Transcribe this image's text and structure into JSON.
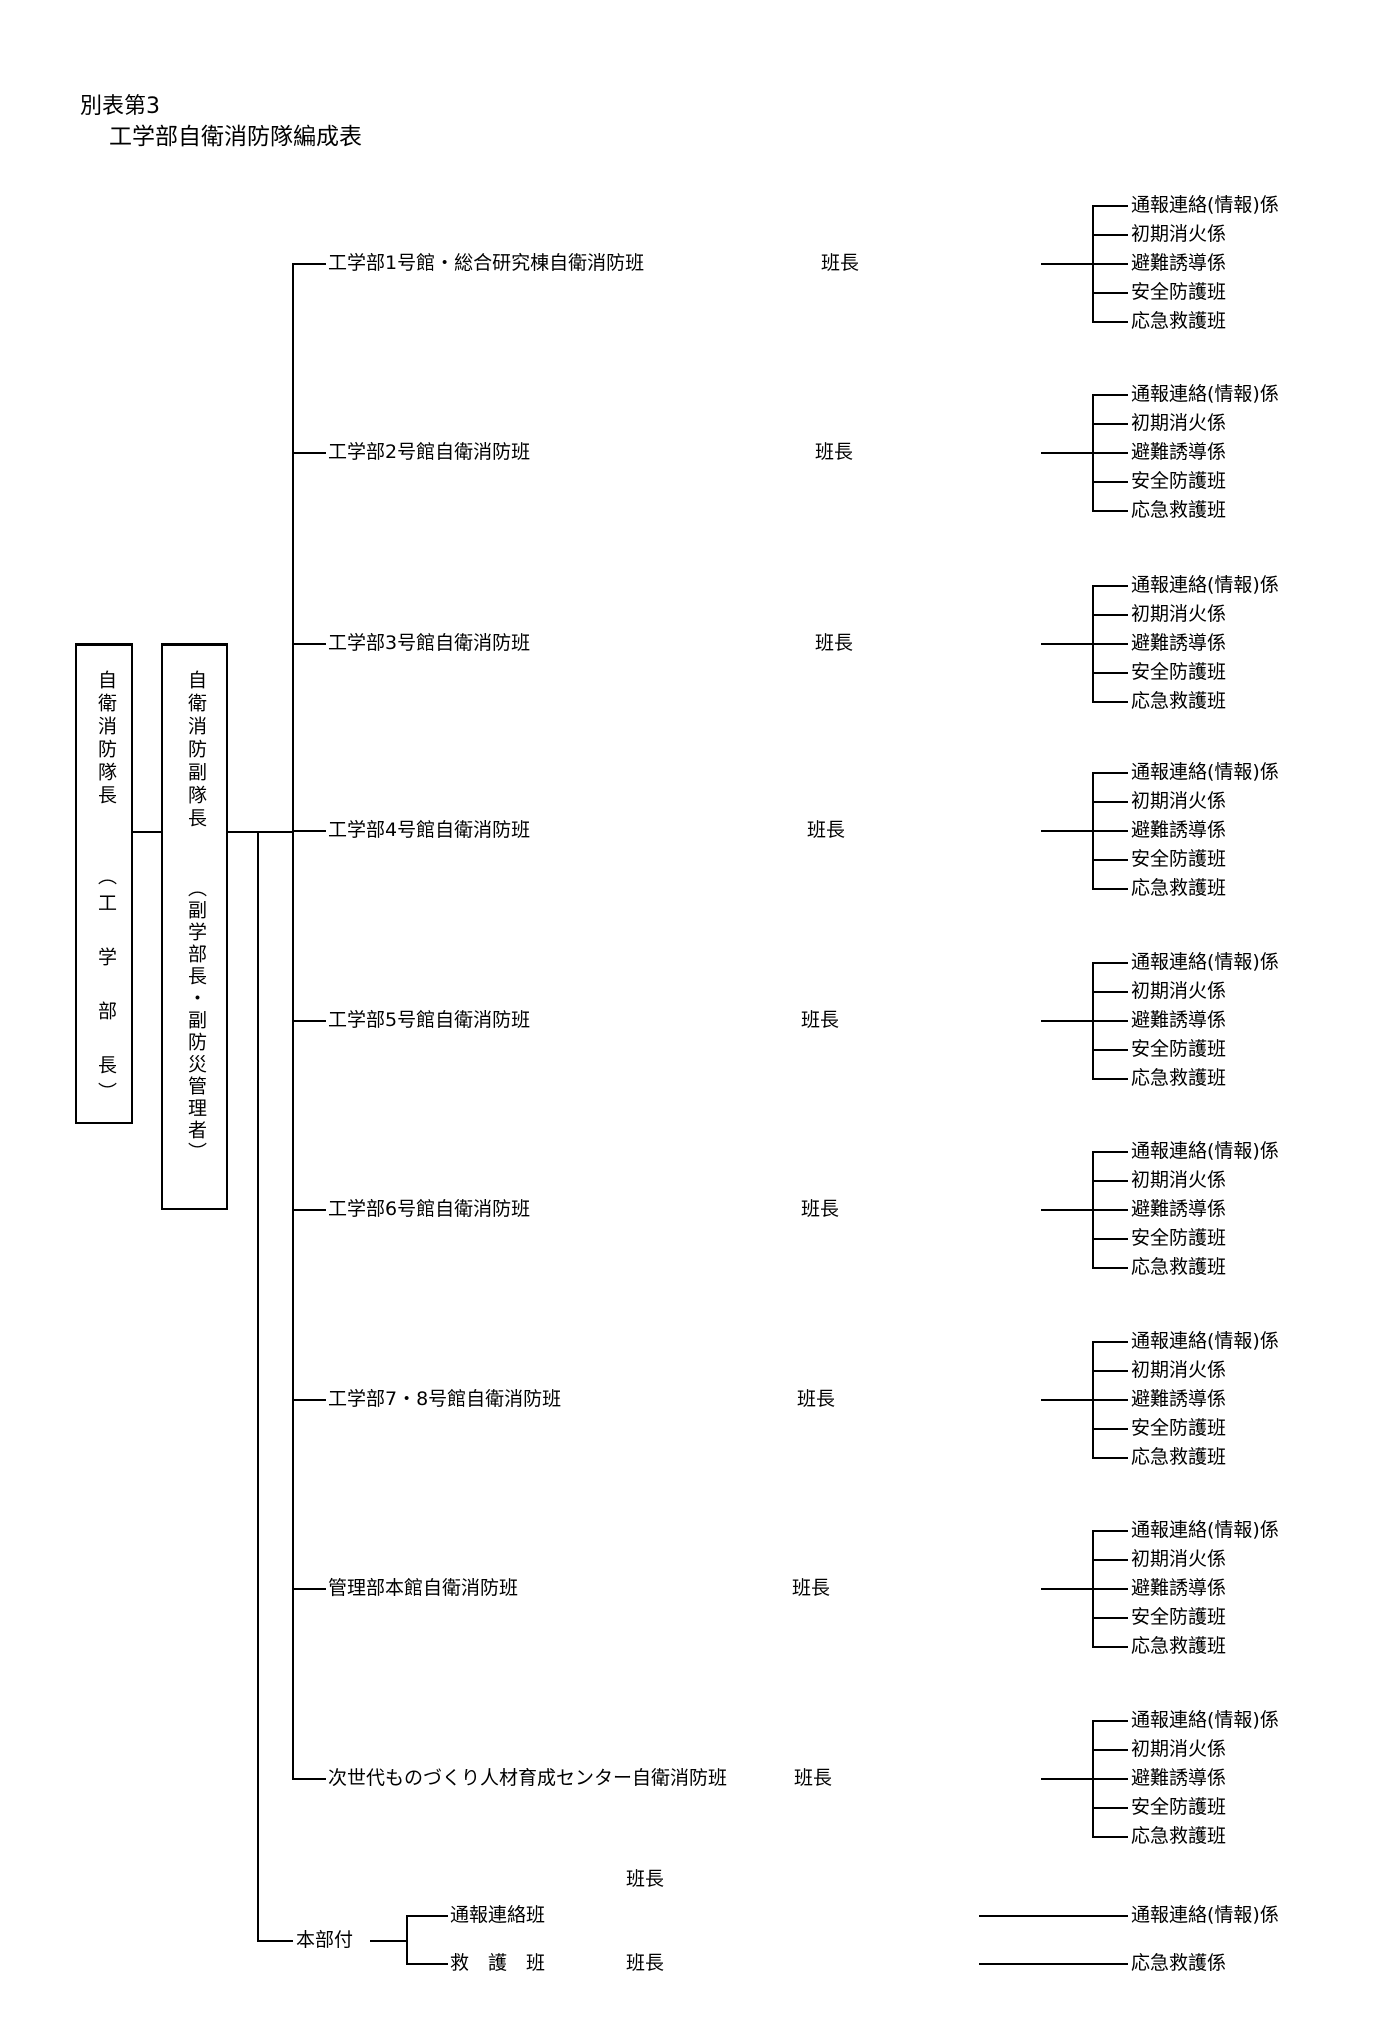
{
  "header": {
    "appendix": "別表第3",
    "title": "工学部自衛消防隊編成表"
  },
  "chief": {
    "title": "自衛消防隊長",
    "note": "（工　学　部　長）"
  },
  "vice_chief": {
    "title": "自衛消防副隊長",
    "note": "（副学部長・副防災管理者）"
  },
  "leader_label": "班長",
  "sub_teams": [
    "通報連絡(情報)係",
    "初期消火係",
    "避難誘導係",
    "安全防護班",
    "応急救護班"
  ],
  "units": [
    {
      "name": "工学部1号館・総合研究棟自衛消防班"
    },
    {
      "name": "工学部2号館自衛消防班"
    },
    {
      "name": "工学部3号館自衛消防班"
    },
    {
      "name": "工学部4号館自衛消防班"
    },
    {
      "name": "工学部5号館自衛消防班"
    },
    {
      "name": "工学部6号館自衛消防班"
    },
    {
      "name": "工学部7・8号館自衛消防班"
    },
    {
      "name": "管理部本館自衛消防班"
    },
    {
      "name": "次世代ものづくり人材育成センター自衛消防班"
    }
  ],
  "headquarters": {
    "name": "本部付",
    "teams": [
      {
        "name": "通報連絡班",
        "leader": "班長",
        "duty": "通報連絡(情報)係"
      },
      {
        "name": "救　護　班",
        "leader": "班長",
        "duty": "応急救護係"
      }
    ]
  }
}
